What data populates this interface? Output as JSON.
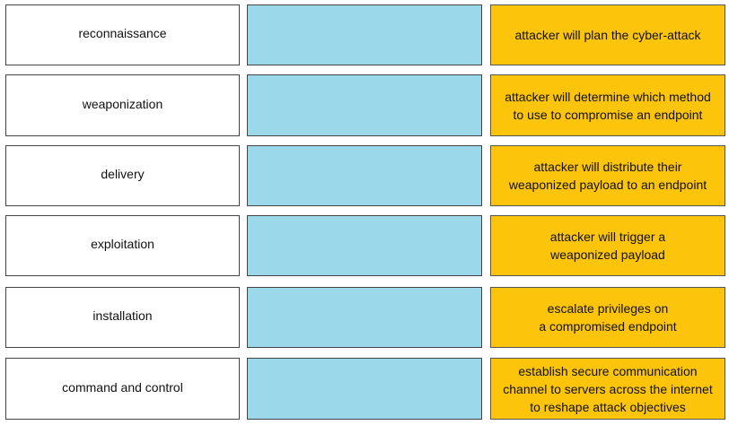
{
  "colors": {
    "term_bg": "#ffffff",
    "slot_bg": "#9bd8ea",
    "definition_bg": "#fcc50c",
    "border": "#444444"
  },
  "rows": [
    {
      "term": "reconnaissance",
      "definition_lines": [
        "attacker will plan the cyber-attack"
      ]
    },
    {
      "term": "weaponization",
      "definition_lines": [
        "attacker will determine which method",
        "to use to compromise an endpoint"
      ]
    },
    {
      "term": "delivery",
      "definition_lines": [
        "attacker will distribute their",
        "weaponized payload to an endpoint"
      ]
    },
    {
      "term": "exploitation",
      "definition_lines": [
        "attacker will trigger a",
        "weaponized payload"
      ]
    },
    {
      "term": "installation",
      "definition_lines": [
        "escalate privileges on",
        "a compromised endpoint"
      ]
    },
    {
      "term": "command and control",
      "definition_lines": [
        "establish secure communication",
        "channel to servers across the internet",
        "to reshape attack objectives"
      ]
    }
  ]
}
